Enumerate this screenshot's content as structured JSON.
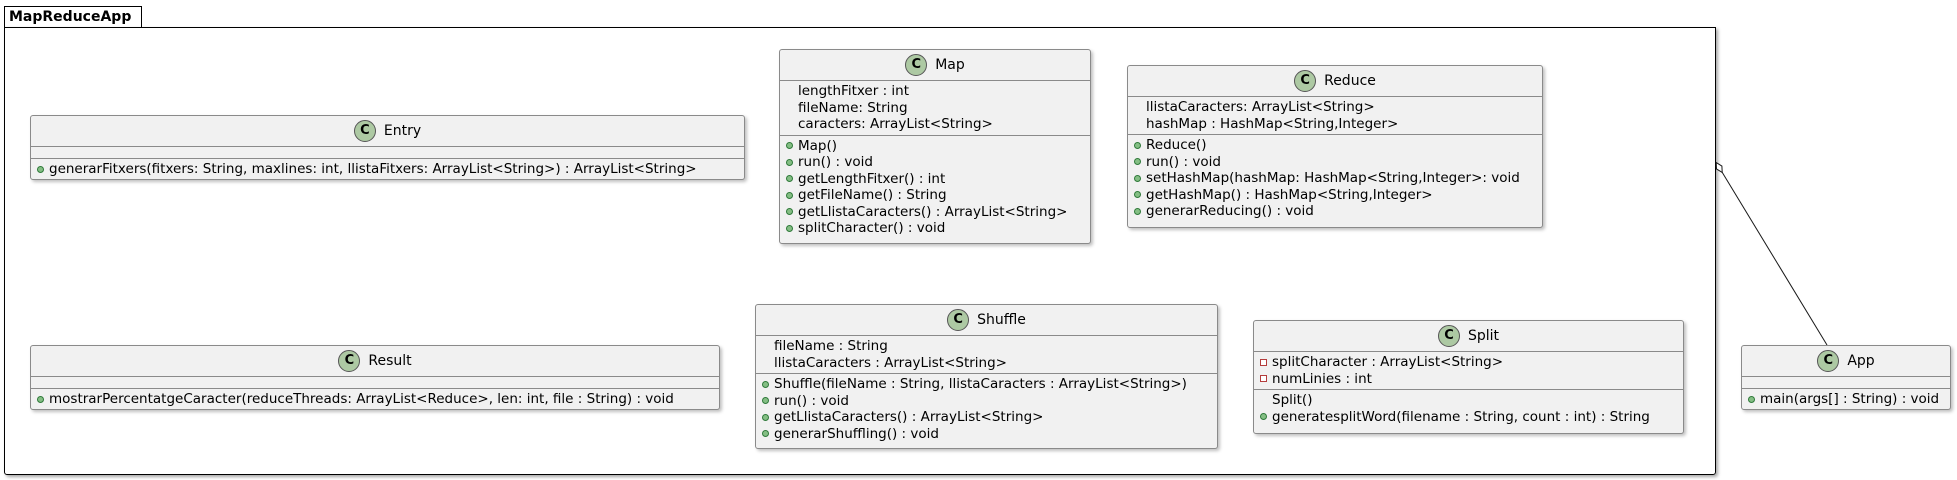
{
  "package": {
    "name": "MapReduceApp"
  },
  "classes": {
    "entry": {
      "name": "Entry",
      "fields": [],
      "methods": [
        {
          "vis": "public",
          "text": "generarFitxers(fitxers: String, maxlines: int, llistaFitxers: ArrayList<String>) : ArrayList<String>"
        }
      ]
    },
    "map": {
      "name": "Map",
      "fields": [
        {
          "vis": "",
          "text": "lengthFitxer : int"
        },
        {
          "vis": "",
          "text": "fileName: String"
        },
        {
          "vis": "",
          "text": "caracters: ArrayList<String>"
        }
      ],
      "methods": [
        {
          "vis": "public",
          "text": "Map()"
        },
        {
          "vis": "public",
          "text": "run() : void"
        },
        {
          "vis": "public",
          "text": "getLengthFitxer() : int"
        },
        {
          "vis": "public",
          "text": "getFileName() : String"
        },
        {
          "vis": "public",
          "text": "getLlistaCaracters() : ArrayList<String>"
        },
        {
          "vis": "public",
          "text": "splitCharacter() : void"
        }
      ]
    },
    "reduce": {
      "name": "Reduce",
      "fields": [
        {
          "vis": "",
          "text": "llistaCaracters: ArrayList<String>"
        },
        {
          "vis": "",
          "text": "hashMap : HashMap<String,Integer>"
        }
      ],
      "methods": [
        {
          "vis": "public",
          "text": "Reduce()"
        },
        {
          "vis": "public",
          "text": "run() : void"
        },
        {
          "vis": "public",
          "text": "setHashMap(hashMap: HashMap<String,Integer>: void"
        },
        {
          "vis": "public",
          "text": "getHashMap() : HashMap<String,Integer>"
        },
        {
          "vis": "public",
          "text": "generarReducing() : void"
        }
      ]
    },
    "result": {
      "name": "Result",
      "fields": [],
      "methods": [
        {
          "vis": "public",
          "text": "mostrarPercentatgeCaracter(reduceThreads: ArrayList<Reduce>, len: int, file : String) : void"
        }
      ]
    },
    "shuffle": {
      "name": "Shuffle",
      "fields": [
        {
          "vis": "",
          "text": "fileName : String"
        },
        {
          "vis": "",
          "text": "llistaCaracters : ArrayList<String>"
        }
      ],
      "methods": [
        {
          "vis": "public",
          "text": "Shuffle(fileName : String, llistaCaracters : ArrayList<String>)"
        },
        {
          "vis": "public",
          "text": "run() : void"
        },
        {
          "vis": "public",
          "text": "getLlistaCaracters() : ArrayList<String>"
        },
        {
          "vis": "public",
          "text": "generarShuffling() : void"
        }
      ]
    },
    "split": {
      "name": "Split",
      "fields": [
        {
          "vis": "private",
          "text": "splitCharacter : ArrayList<String>"
        },
        {
          "vis": "private",
          "text": "numLinies : int"
        }
      ],
      "methods": [
        {
          "vis": "",
          "text": "Split()"
        },
        {
          "vis": "public",
          "text": "generatesplitWord(filename : String, count : int) : String"
        }
      ]
    },
    "app": {
      "name": "App",
      "fields": [],
      "methods": [
        {
          "vis": "public",
          "text": "main(args[] : String) : void"
        }
      ]
    }
  },
  "relations": [
    {
      "from": "MapReduceApp",
      "to": "App",
      "type": "aggregation"
    }
  ],
  "class_icon_letter": "C",
  "colors": {
    "class_fill": "#f1f1f1",
    "class_border": "#8a8a8a",
    "icon_fill": "#adc9a3",
    "public_marker": "#84be84",
    "private_marker": "#b43c3c"
  }
}
